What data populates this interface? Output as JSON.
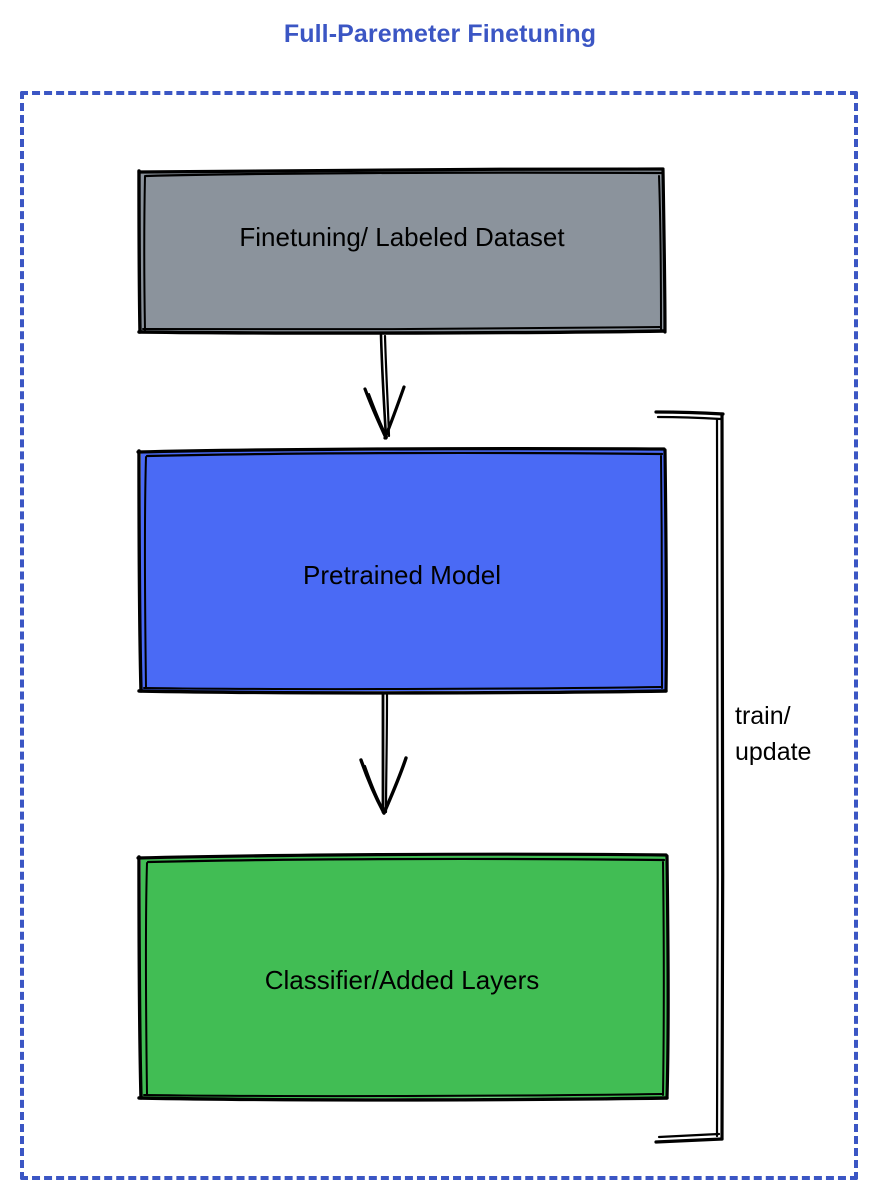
{
  "diagram": {
    "title": "Full-Paremeter Finetuning",
    "title_color": "#3b56c4",
    "frame": {
      "style": "dashed",
      "color": "#3b56c4"
    },
    "nodes": [
      {
        "id": "dataset",
        "label": "Finetuning/ Labeled Dataset",
        "fill": "#8b939c",
        "stroke": "#000000",
        "shape": "rectangle"
      },
      {
        "id": "pretrained",
        "label": "Pretrained Model",
        "fill": "#4a6af5",
        "stroke": "#000000",
        "shape": "rectangle"
      },
      {
        "id": "classifier",
        "label": "Classifier/Added Layers",
        "fill": "#41bd54",
        "stroke": "#000000",
        "shape": "rectangle"
      }
    ],
    "edges": [
      {
        "id": "dataset-to-pretrained",
        "from": "dataset",
        "to": "pretrained",
        "label": "",
        "arrow": "down"
      },
      {
        "id": "pretrained-to-classifier",
        "from": "pretrained",
        "to": "classifier",
        "label": "",
        "arrow": "down"
      },
      {
        "id": "feedback-loop",
        "from": "classifier",
        "to": "pretrained",
        "label_line1": "train/",
        "label_line2": "update",
        "arrow": "none"
      }
    ]
  }
}
